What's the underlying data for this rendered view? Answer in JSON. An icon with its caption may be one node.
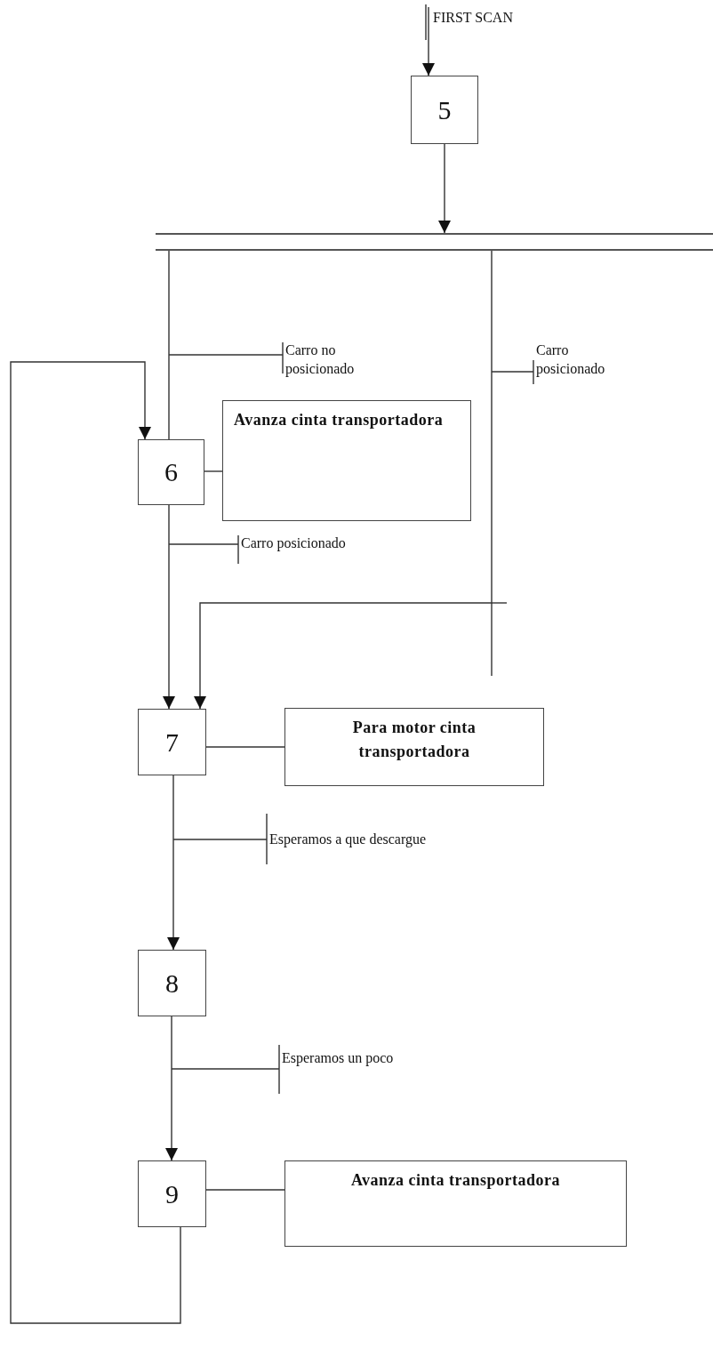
{
  "diagram": {
    "nodes": [
      {
        "text": [
          "5"
        ]
      },
      {
        "text": [
          "6"
        ]
      },
      {
        "text": [
          "Avanza cinta transportadora"
        ]
      },
      {
        "text": [
          "7"
        ]
      },
      {
        "text": [
          "Para motor cinta transportadora"
        ]
      },
      {
        "text": [
          "8"
        ]
      },
      {
        "text": [
          "9"
        ]
      },
      {
        "text": [
          "Avanza cinta transportadora"
        ]
      },
      {
        "text": [],
        "shape": "bar"
      }
    ],
    "edges": [
      {
        "from": null,
        "to": 0,
        "arrow": "to",
        "label": "FIRST SCAN"
      },
      {
        "from": 0,
        "to": 8,
        "arrow": "to"
      },
      {
        "from": 8,
        "to": 1,
        "arrow": "none",
        "label": "Carro no posicionado"
      },
      {
        "from": 8,
        "to": 3,
        "arrow": "to",
        "label": "Carro posicionado"
      },
      {
        "from": 1,
        "to": 2,
        "arrow": "none"
      },
      {
        "from": 1,
        "to": 3,
        "arrow": "to",
        "label": "Carro posicionado"
      },
      {
        "from": 3,
        "to": 4,
        "arrow": "none"
      },
      {
        "from": 3,
        "to": 5,
        "arrow": "to",
        "label": "Esperamos a que descargue"
      },
      {
        "from": 5,
        "to": 6,
        "arrow": "to",
        "label": "Esperamos un poco"
      },
      {
        "from": 6,
        "to": 7,
        "arrow": "none"
      },
      {
        "from": 6,
        "to": 1,
        "arrow": "to"
      }
    ]
  }
}
